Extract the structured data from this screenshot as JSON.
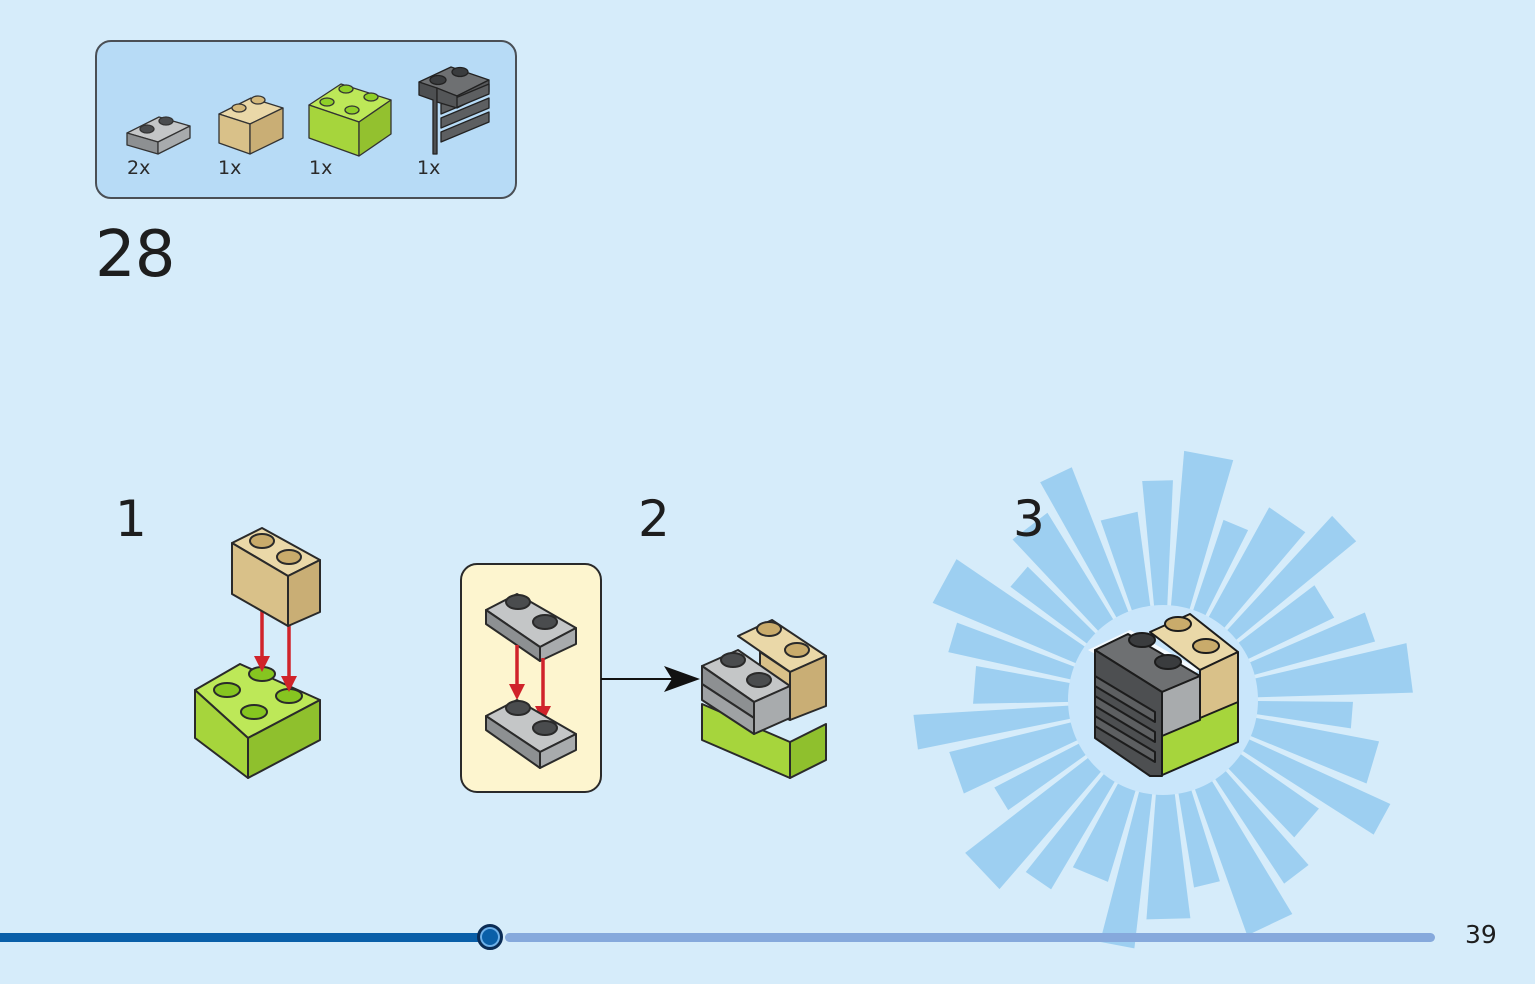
{
  "step": "28",
  "parts": [
    {
      "qty": "2x",
      "name": "light-gray-plate-1x2",
      "color": "#a9acad"
    },
    {
      "qty": "1x",
      "name": "tan-brick-1x2",
      "color": "#dcc48e"
    },
    {
      "qty": "1x",
      "name": "lime-brick-2x2",
      "color": "#a8dc40"
    },
    {
      "qty": "1x",
      "name": "dark-gray-ladder-panel",
      "color": "#5f6163"
    }
  ],
  "substeps": [
    "1",
    "2",
    "3"
  ],
  "page_number": "39",
  "progress": {
    "value": 0.33
  },
  "colors": {
    "background": "#d6ecfa",
    "parts_box": "#b7dbf6",
    "callout": "#fdf5cf",
    "arrow": "#d0232a",
    "progress": "#0a5fa8"
  }
}
